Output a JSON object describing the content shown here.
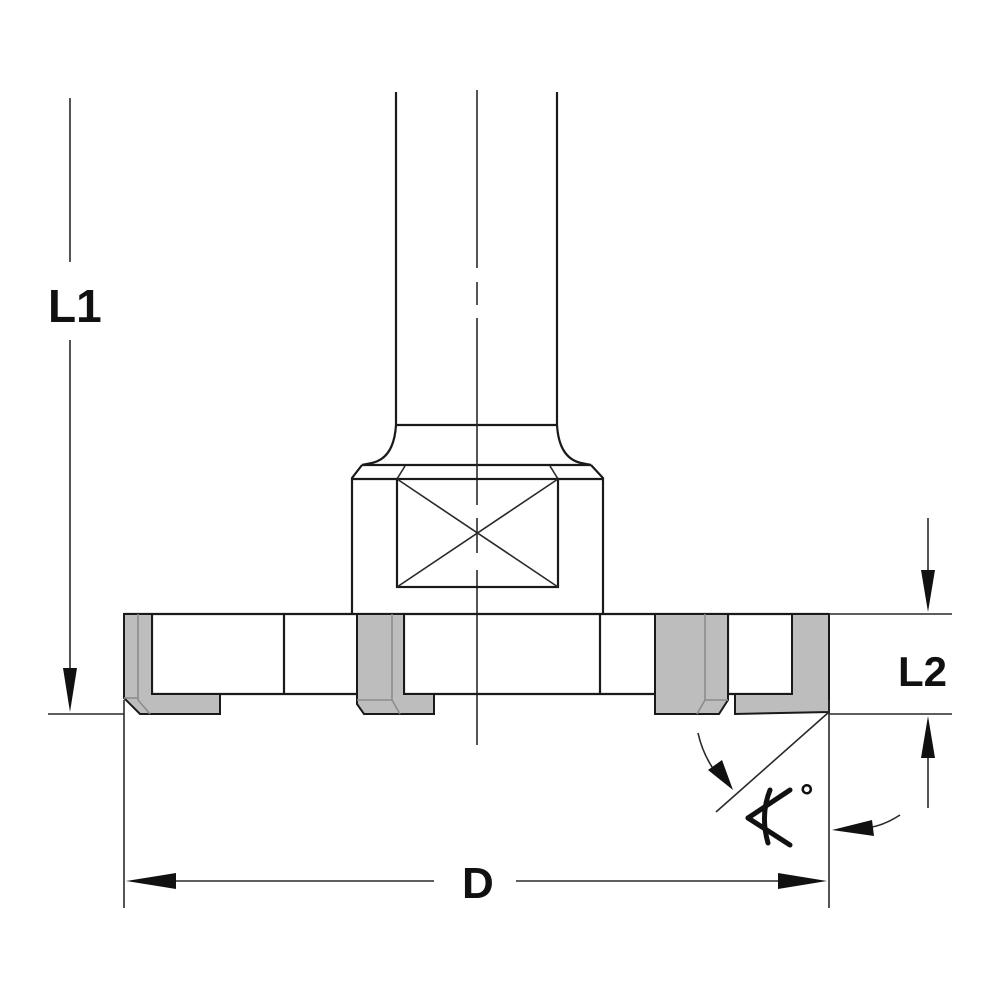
{
  "diagram": {
    "type": "technical-drawing",
    "subject": "shank-mounted cutter with indexable inserts",
    "colors": {
      "line": "#1a1a1a",
      "insert_fill": "#bdbdbd",
      "background": "#ffffff"
    },
    "labels": {
      "overall_length": "L1",
      "cutting_height": "L2",
      "diameter": "D",
      "angle_symbol": "∢",
      "angle_unit": "°"
    }
  }
}
